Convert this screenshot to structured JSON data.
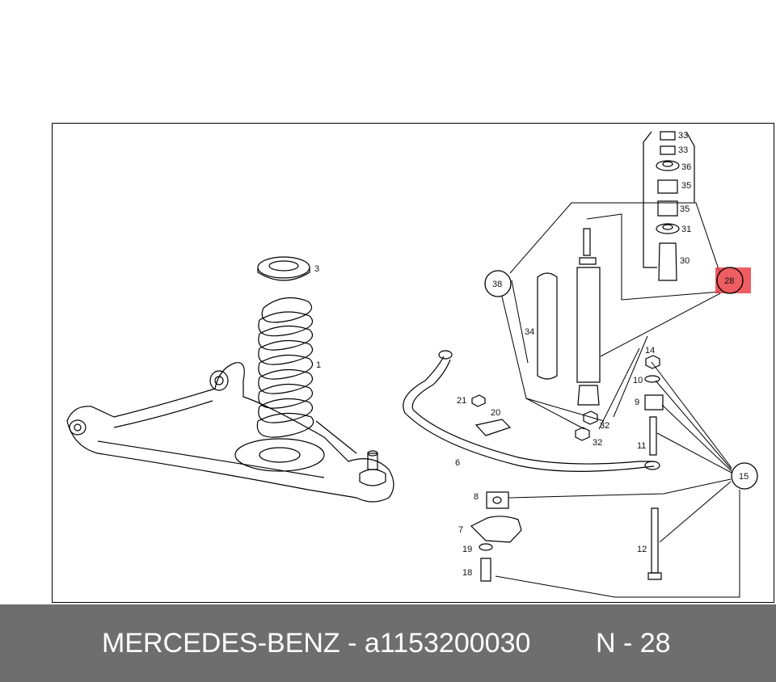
{
  "diagram": {
    "part_numbers": {
      "p1": "1",
      "p3": "3",
      "p6": "6",
      "p7": "7",
      "p8": "8",
      "p9": "9",
      "p10": "10",
      "p11": "11",
      "p12": "12",
      "p14": "14",
      "p15": "15",
      "p18": "18",
      "p19": "19",
      "p20": "20",
      "p21": "21",
      "p28": "28",
      "p30": "30",
      "p31": "31",
      "p32a": "32",
      "p32b": "32",
      "p33a": "33",
      "p33b": "33",
      "p34": "34",
      "p35a": "35",
      "p35b": "35",
      "p36": "36",
      "p38": "38"
    },
    "highlight_color": "#e8343a"
  },
  "footer": {
    "brand_text": "MERCEDES-BENZ - a1153200030",
    "ref_text": "N - 28",
    "background": "#6e6e6e"
  }
}
